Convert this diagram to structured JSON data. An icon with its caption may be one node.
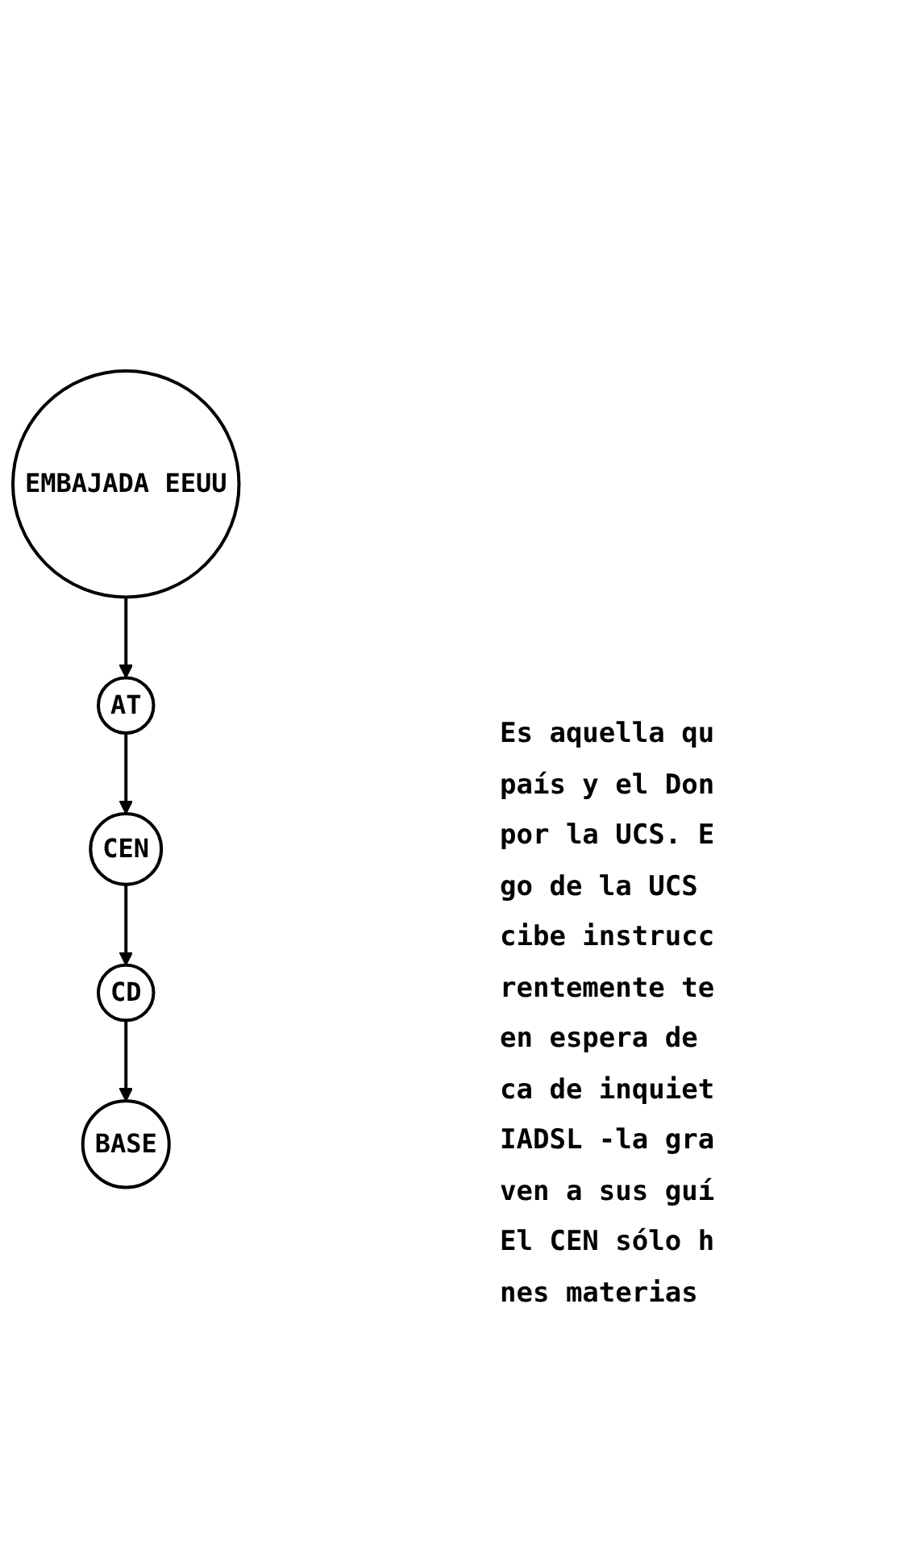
{
  "diagram": {
    "nodes": [
      {
        "text": [
          "AT"
        ]
      },
      {
        "text": [
          "EMBAJADA EEUU"
        ]
      },
      {
        "text": [
          "CEN"
        ]
      },
      {
        "text": [
          "CD"
        ]
      },
      {
        "text": [
          "BASE"
        ]
      }
    ],
    "edges": [
      {
        "from": 1,
        "to": 0,
        "arrow": "to"
      },
      {
        "from": 0,
        "to": 2,
        "arrow": "to"
      },
      {
        "from": 2,
        "to": 3,
        "arrow": "to"
      },
      {
        "from": 3,
        "to": 4,
        "arrow": "to"
      }
    ],
    "labels": [
      "Es aquella qu",
      "país y el Don",
      "por la UCS. E",
      "go de la UCS",
      "cibe instrucc",
      "rentemente te",
      "en espera de",
      "ca de inquiet",
      "IADSL -la gra",
      "ven a sus guí",
      "El CEN sólo h",
      "nes materias"
    ]
  }
}
